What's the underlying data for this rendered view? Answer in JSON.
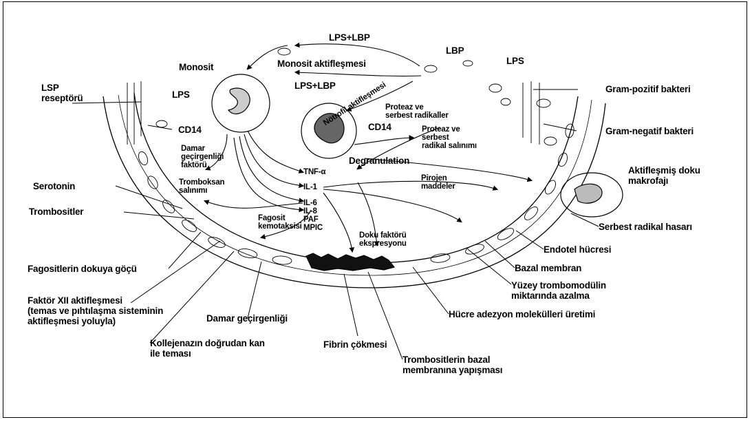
{
  "labels": {
    "lps_lbp_top": "LPS+LBP",
    "monosit": "Monosit",
    "monosit_aktif": "Monosit aktifleşmesi",
    "lps_lbp_mid": "LPS+LBP",
    "lbp": "LBP",
    "lps_right": "LPS",
    "lsp_reseptoru": "LSP\nreseptörü",
    "lps_left": "LPS",
    "cd14_left": "CD14",
    "notrofil_aktif": "Nötrofil aktifleşmesi",
    "proteaz_radikal": "Proteaz ve\nserbest radikaller",
    "cd14_right": "CD14",
    "proteaz_salinim": "Proteaz ve\nserbest\nradikal salınımı",
    "gram_pozitif": "Gram-pozitif bakteri",
    "gram_negatif": "Gram-negatif bakteri",
    "damar_gecirgenligi_faktoru": "Damar\ngeçirgenliği\nfaktörü",
    "tnf": "TNF-α",
    "degranulation": "Degranulation",
    "il1": "IL-1",
    "pirojen": "Pirojen\nmaddeler",
    "tromboksan": "Tromboksan\nsalınımı",
    "il6_group": "IL-6\nIL-8\nPAF\nMPIC",
    "serotonin": "Serotonin",
    "trombositler": "Trombositler",
    "fagosit": "Fagosit\nkemotaksisi",
    "doku_faktoru": "Doku faktörü\nekspresyonu",
    "aktif_makrofaj": "Aktifleşmiş doku\nmakrofajı",
    "serbest_radikal": "Serbest radikal hasarı",
    "endotel": "Endotel hücresi",
    "bazal_membran": "Bazal membran",
    "fagosit_goc": "Fagositlerin dokuya göçü",
    "yuzey_trombo": "Yüzey trombomodülin\nmiktarında azalma",
    "faktor12": "Faktör XII aktifleşmesi\n(temas ve pıhtılaşma sisteminin\naktifleşmesi yoluyla)",
    "damar_gecirgenligi": "Damar geçirgenliği",
    "hucre_adezyon": "Hücre adezyon molekülleri üretimi",
    "kollajen": "Kollejenazın doğrudan kan\nile teması",
    "fibrin": "Fibrin çökmesi",
    "trombosit_bazal": "Trombositlerin bazal\nmembranına yapışması"
  }
}
